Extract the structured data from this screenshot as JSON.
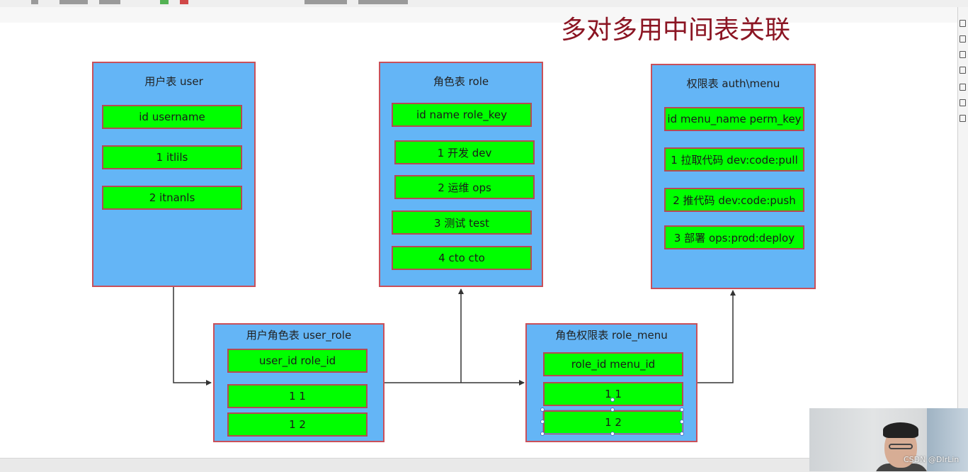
{
  "headline": "多对多用中间表关联",
  "tables": {
    "user": {
      "title": "用户表 user",
      "rows": [
        "id username",
        "1 itlils",
        "2 itnanls"
      ]
    },
    "role": {
      "title": "角色表 role",
      "rows": [
        "id name role_key",
        "1 开发 dev",
        "2 运维 ops",
        "3 测试 test",
        "4 cto cto"
      ]
    },
    "auth": {
      "title": "权限表 auth\\menu",
      "rows": [
        "id menu_name perm_key",
        "1 拉取代码 dev:code:pull",
        "2 推代码 dev:code:push",
        "3 部署 ops:prod:deploy"
      ]
    },
    "user_role": {
      "title": "用户角色表 user_role",
      "rows": [
        "user_id role_id",
        "1 1",
        "1 2"
      ]
    },
    "role_menu": {
      "title": "角色权限表 role_menu",
      "rows": [
        "role_id menu_id",
        "1 1",
        "1 2"
      ]
    }
  },
  "watermark": "CSDN @DIrLin",
  "colors": {
    "table_fill": "#64b5f6",
    "row_fill": "#00ff00",
    "border": "#c9505a",
    "headline": "#8b1523"
  }
}
